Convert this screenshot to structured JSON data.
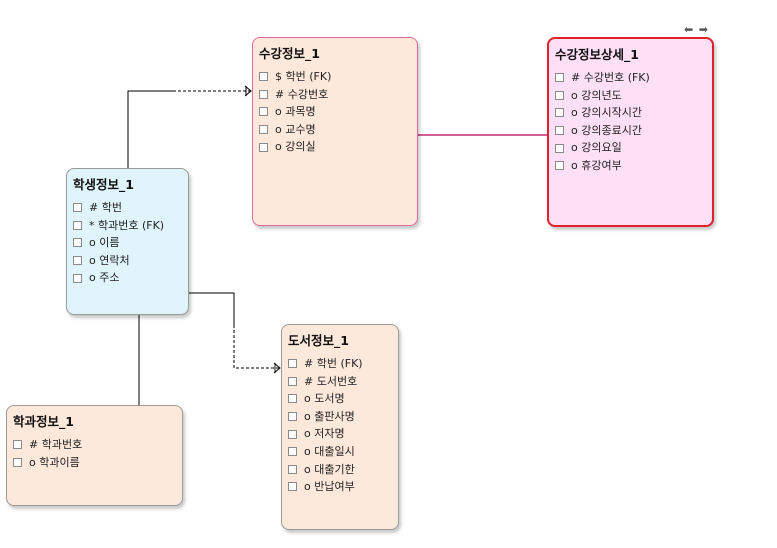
{
  "entities": {
    "student": {
      "title": "학생정보_1",
      "attrs": [
        "# 학번",
        "*  학과번호 (FK)",
        "o 이름",
        "o 연락처",
        "o 주소"
      ]
    },
    "course": {
      "title": "수강정보_1",
      "attrs": [
        "$ 학번 (FK)",
        "# 수강번호",
        "o 과목명",
        "o 교수명",
        "o 강의실"
      ]
    },
    "detail": {
      "title": "수강정보상세_1",
      "attrs": [
        "# 수강번호 (FK)",
        "o 강의년도",
        "o 강의시작시간",
        "o 강의종료시간",
        "o 강의요일",
        "o 휴강여부"
      ]
    },
    "book": {
      "title": "도서정보_1",
      "attrs": [
        "# 학번 (FK)",
        "# 도서번호",
        "o 도서명",
        "o 출판사명",
        "o 저자명",
        "o 대출일시",
        "o 대출기한",
        "o 반납여부"
      ]
    },
    "dept": {
      "title": "학과정보_1",
      "attrs": [
        "# 학과번호",
        "o 학과이름"
      ]
    }
  },
  "colors": {
    "student_fill": "#dff4fb",
    "entity_fill": "#fde9dc",
    "detail_fill": "#fde0f6",
    "detail_border": "#e0202a",
    "relation_line": "#c0287a"
  },
  "icons": {
    "resize": "resize-arrows-icon"
  }
}
